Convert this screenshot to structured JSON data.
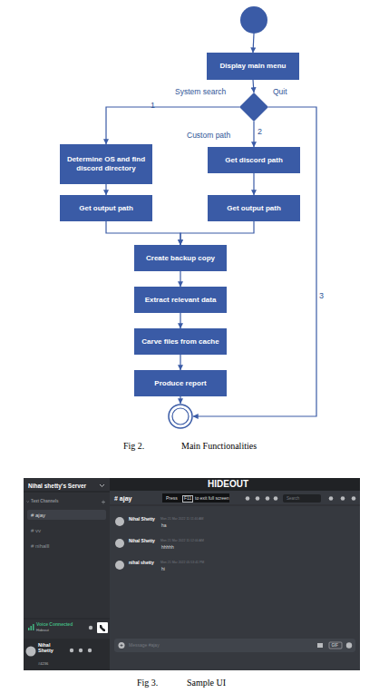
{
  "diagram": {
    "nodes": [
      {
        "text": []
      },
      {
        "text": [
          "Display main menu"
        ]
      },
      {
        "text": []
      },
      {
        "text": [
          "Determine OS and find discord directory"
        ]
      },
      {
        "text": [
          "Get discord path"
        ]
      },
      {
        "text": [
          "Get output path"
        ]
      },
      {
        "text": [
          "Get output path"
        ]
      },
      {
        "text": [
          "Create backup copy"
        ]
      },
      {
        "text": [
          "Extract relevant data"
        ]
      },
      {
        "text": [
          "Carve files from cache"
        ]
      },
      {
        "text": [
          "Produce report"
        ]
      },
      {
        "text": []
      }
    ],
    "edges": [
      {
        "from": 0,
        "to": 1,
        "arrow": "to"
      },
      {
        "from": 1,
        "to": 2,
        "arrow": "to"
      },
      {
        "from": 2,
        "to": 3,
        "arrow": "to",
        "label": "1"
      },
      {
        "from": 2,
        "to": 4,
        "arrow": "to",
        "label": "2"
      },
      {
        "from": 2,
        "to": 11,
        "arrow": "to",
        "label": "3"
      },
      {
        "from": 3,
        "to": 5,
        "arrow": "to"
      },
      {
        "from": 4,
        "to": 6,
        "arrow": "to"
      },
      {
        "from": 5,
        "to": 7,
        "arrow": "to"
      },
      {
        "from": 6,
        "to": 7,
        "arrow": "to"
      },
      {
        "from": 7,
        "to": 8,
        "arrow": "to"
      },
      {
        "from": 8,
        "to": 9,
        "arrow": "to"
      },
      {
        "from": 9,
        "to": 10,
        "arrow": "to"
      },
      {
        "from": 10,
        "to": 11,
        "arrow": "to"
      }
    ],
    "labels": [
      "System search",
      "Quit",
      "Custom path",
      "Fig 2.",
      "Main Functionalities",
      "Nihal shetty's Server",
      "Text Channels",
      "# ajay",
      "# vv",
      "# nihalll",
      "HIDEOUT",
      "# ajay",
      "Press",
      "F11",
      "to exit full screen",
      "Search",
      "Nihal Shetty",
      "Mon 21 Mar 2022 11:11:40 AM",
      "ha",
      "Nihal Shetty",
      "Mon 21 Mar 2022 11:12:00 AM",
      "hhhhh",
      "nihal shetty",
      "Mon 21 Mar 2022 05:53:41 PM",
      "hi",
      "Voice Connected",
      "Hideout",
      "Nihal Shetty",
      "#4236",
      "Message #ajay",
      "GIF",
      "Fig 3.",
      "Sample UI"
    ]
  }
}
